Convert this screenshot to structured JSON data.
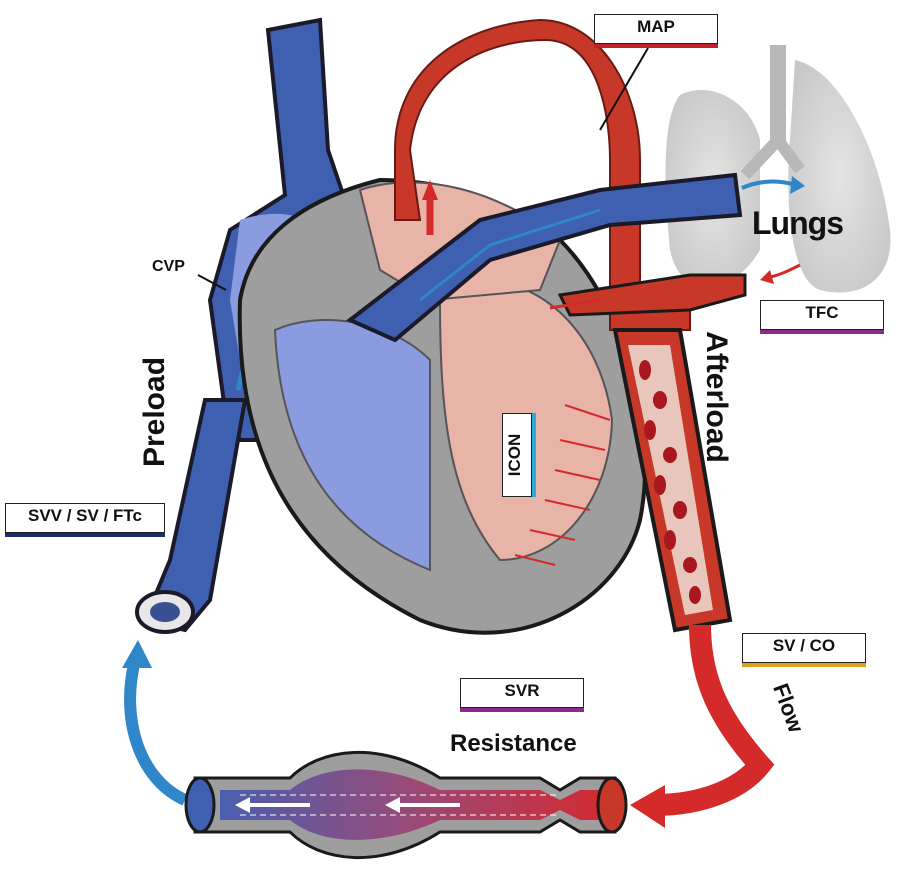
{
  "labels": {
    "map": "MAP",
    "cvp": "CVP",
    "lungs": "Lungs",
    "tfc": "TFC",
    "preload": "Preload",
    "afterload": "Afterload",
    "icon": "ICON",
    "svv_sv_ftc": "SVV / SV / FTc",
    "sv_co": "SV / CO",
    "flow": "Flow",
    "svr": "SVR",
    "resistance": "Resistance"
  },
  "colors": {
    "venous": "#3f5fb0",
    "venous_light": "#8a9be0",
    "arterial": "#c83828",
    "blood_red": "#d42a2a",
    "flow_blue": "#2f86c9",
    "tissue": "#e8b4a8",
    "wall": "#8f8f8f",
    "lung": "#d8d8d8",
    "map_bar": "#c0202a",
    "tfc_bar": "#8a2a8a",
    "svr_bar": "#8a2a8a",
    "svv_bar": "#1d2c6a",
    "sv_co_bar": "#e0a020",
    "icon_bar": "#2aa8d8"
  }
}
